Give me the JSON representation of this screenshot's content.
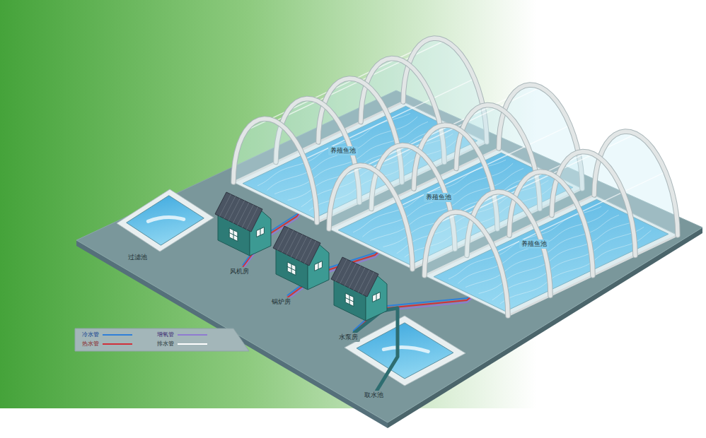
{
  "diagram": {
    "nodes": [
      {
        "text": [
          "养殖鱼池"
        ]
      },
      {
        "text": [
          "养殖鱼池"
        ]
      },
      {
        "text": [
          "过滤池"
        ]
      },
      {
        "text": [
          "养殖鱼池"
        ]
      },
      {
        "text": [
          "风机房"
        ]
      },
      {
        "text": [
          "锅炉房"
        ]
      },
      {
        "text": [
          "水泵房"
        ]
      },
      {
        "text": [
          "取水池"
        ]
      }
    ],
    "edges": [
      {
        "from": 4,
        "to": 0,
        "arrow": "none"
      },
      {
        "from": 5,
        "to": 1,
        "arrow": "none"
      },
      {
        "from": 6,
        "to": 3,
        "arrow": "none"
      },
      {
        "from": 6,
        "to": 7,
        "arrow": "none"
      }
    ],
    "legend": [
      {
        "text": "冷水管"
      },
      {
        "text": "热水管"
      },
      {
        "text": "增氧管"
      },
      {
        "text": "排水管"
      }
    ]
  }
}
